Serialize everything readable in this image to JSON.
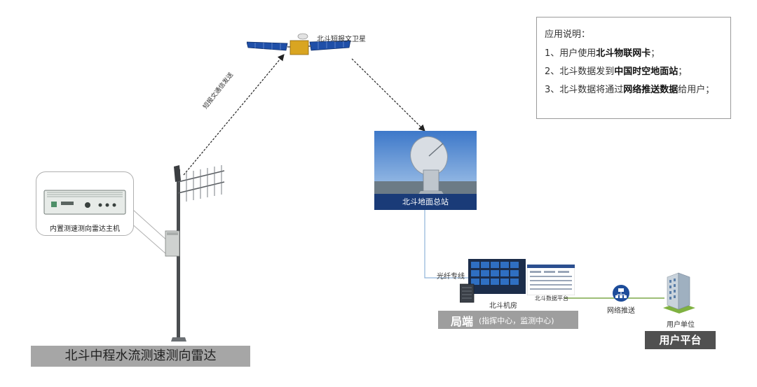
{
  "satellite": {
    "label": "北斗短报文卫星"
  },
  "uplink": {
    "label": "短报文通信发送"
  },
  "ground_station": {
    "label": "北斗地面总站"
  },
  "fiber": {
    "label": "光纤专线"
  },
  "computer_room": {
    "label": "北斗机房"
  },
  "data_platform": {
    "label": "北斗数据平台"
  },
  "network_push": {
    "label": "网络推送"
  },
  "user_unit": {
    "label": "用户单位"
  },
  "local_end": {
    "title": "局端",
    "subtitle": "(指挥中心，监测中心)"
  },
  "user_platform": {
    "title": "用户平台"
  },
  "radar_host": {
    "label": "内置测速测向雷达主机"
  },
  "radar_system": {
    "title": "北斗中程水流测速测向雷达"
  },
  "notes": {
    "title": "应用说明：",
    "items": [
      {
        "prefix": "1、用户使用",
        "bold": "北斗物联网卡",
        "suffix": "；"
      },
      {
        "prefix": "2、北斗数据发到",
        "bold": "中国时空地面站",
        "suffix": "；"
      },
      {
        "prefix": "3、北斗数据将通过",
        "bold": "网络推送数据",
        "suffix": "给用户；"
      }
    ]
  },
  "colors": {
    "station_caption": "#1a3b78",
    "local_bar": "#9e9e9e",
    "user_bar": "#505050",
    "radar_bar": "#a6a6a6",
    "fiber_line": "#8fb3d9",
    "push_line": "#7fa84a"
  }
}
